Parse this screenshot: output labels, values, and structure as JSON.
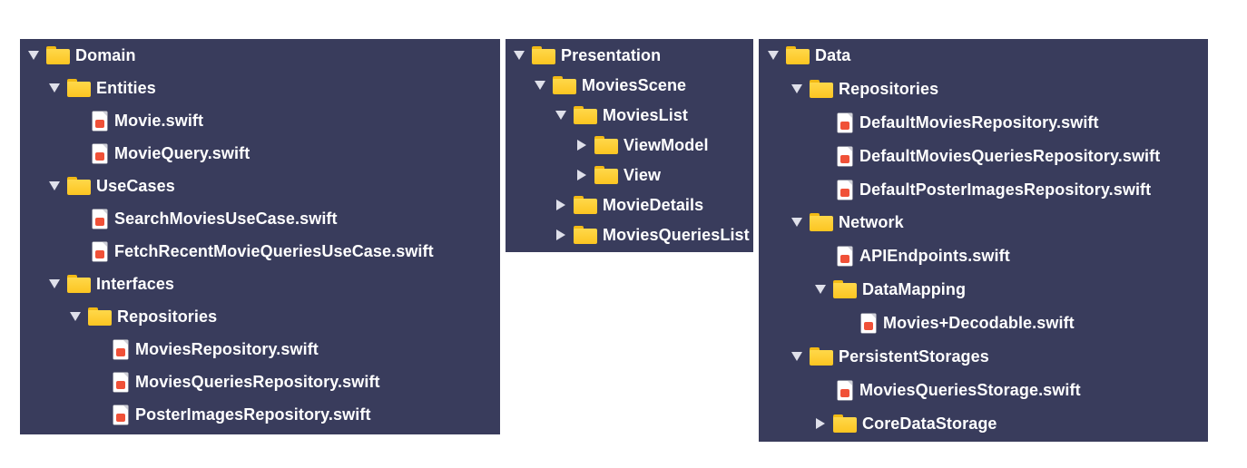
{
  "panels": {
    "domain": {
      "rows": [
        {
          "label": "Domain",
          "kind": "folder",
          "expanded": true
        },
        {
          "label": "Entities",
          "kind": "folder",
          "expanded": true
        },
        {
          "label": "Movie.swift",
          "kind": "file"
        },
        {
          "label": "MovieQuery.swift",
          "kind": "file"
        },
        {
          "label": "UseCases",
          "kind": "folder",
          "expanded": true
        },
        {
          "label": "SearchMoviesUseCase.swift",
          "kind": "file"
        },
        {
          "label": "FetchRecentMovieQueriesUseCase.swift",
          "kind": "file"
        },
        {
          "label": "Interfaces",
          "kind": "folder",
          "expanded": true
        },
        {
          "label": "Repositories",
          "kind": "folder",
          "expanded": true
        },
        {
          "label": "MoviesRepository.swift",
          "kind": "file"
        },
        {
          "label": "MoviesQueriesRepository.swift",
          "kind": "file"
        },
        {
          "label": "PosterImagesRepository.swift",
          "kind": "file"
        }
      ]
    },
    "presentation": {
      "rows": [
        {
          "label": "Presentation",
          "kind": "folder",
          "expanded": true
        },
        {
          "label": "MoviesScene",
          "kind": "folder",
          "expanded": true
        },
        {
          "label": "MoviesList",
          "kind": "folder",
          "expanded": true
        },
        {
          "label": "ViewModel",
          "kind": "folder",
          "expanded": false
        },
        {
          "label": "View",
          "kind": "folder",
          "expanded": false
        },
        {
          "label": "MovieDetails",
          "kind": "folder",
          "expanded": false
        },
        {
          "label": "MoviesQueriesList",
          "kind": "folder",
          "expanded": false
        }
      ]
    },
    "data": {
      "rows": [
        {
          "label": "Data",
          "kind": "folder",
          "expanded": true
        },
        {
          "label": "Repositories",
          "kind": "folder",
          "expanded": true
        },
        {
          "label": "DefaultMoviesRepository.swift",
          "kind": "file"
        },
        {
          "label": "DefaultMoviesQueriesRepository.swift",
          "kind": "file"
        },
        {
          "label": "DefaultPosterImagesRepository.swift",
          "kind": "file"
        },
        {
          "label": "Network",
          "kind": "folder",
          "expanded": true
        },
        {
          "label": "APIEndpoints.swift",
          "kind": "file"
        },
        {
          "label": "DataMapping",
          "kind": "folder",
          "expanded": true
        },
        {
          "label": "Movies+Decodable.swift",
          "kind": "file"
        },
        {
          "label": "PersistentStorages",
          "kind": "folder",
          "expanded": true
        },
        {
          "label": "MoviesQueriesStorage.swift",
          "kind": "file"
        },
        {
          "label": "CoreDataStorage",
          "kind": "folder",
          "expanded": false
        }
      ]
    }
  },
  "colors": {
    "panel_background": "#393c5c",
    "text": "#ffffff",
    "folder": "#fcc521",
    "swift_badge": "#f05138"
  }
}
